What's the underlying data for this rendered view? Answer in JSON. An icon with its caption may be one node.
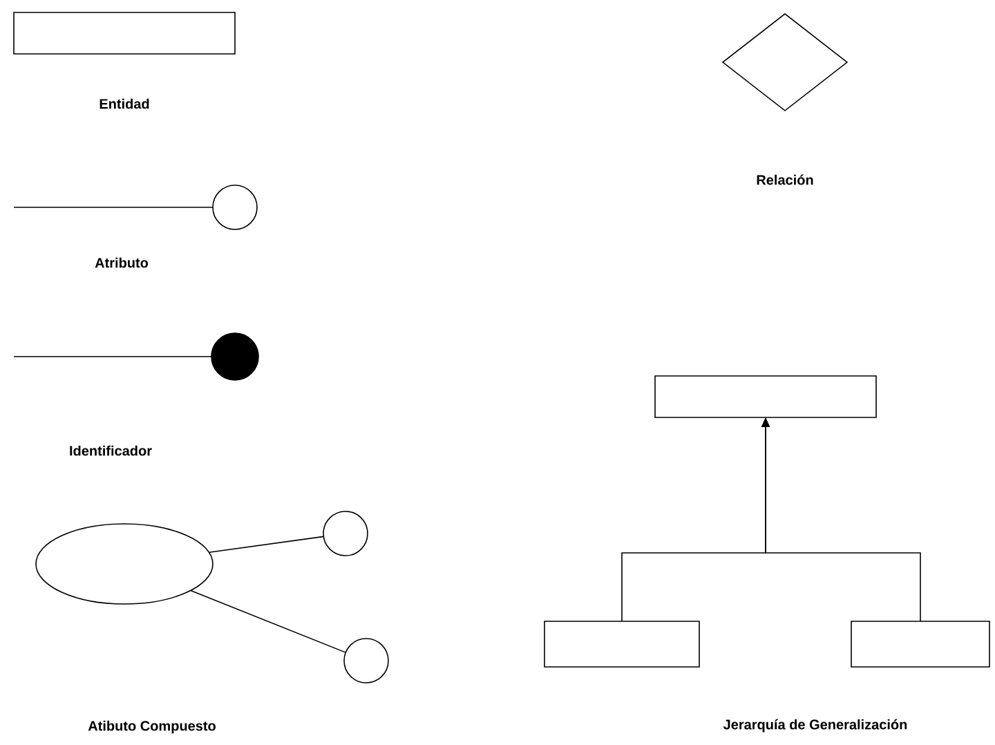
{
  "diagram": {
    "nodes": [
      {
        "text": [],
        "shape": "box"
      },
      {
        "text": [],
        "shape": "diamond"
      },
      {
        "text": [],
        "shape": "circle"
      },
      {
        "text": [],
        "shape": "circle"
      },
      {
        "text": [],
        "shape": "ellipse"
      },
      {
        "text": [],
        "shape": "circle"
      },
      {
        "text": [],
        "shape": "circle"
      },
      {
        "text": [],
        "shape": "box"
      },
      {
        "text": [],
        "shape": "box"
      },
      {
        "text": [],
        "shape": "box"
      }
    ],
    "edges": [
      {
        "from": null,
        "to": 2,
        "arrow": "none"
      },
      {
        "from": null,
        "to": 3,
        "arrow": "none"
      },
      {
        "from": 4,
        "to": 5,
        "arrow": "none"
      },
      {
        "from": 4,
        "to": 6,
        "arrow": "none"
      },
      {
        "from": 8,
        "to": 7,
        "arrow": "to"
      },
      {
        "from": 9,
        "to": 7,
        "arrow": "to"
      }
    ],
    "labels": [
      "Entidad",
      "Relación",
      "Atributo",
      "Identificador",
      "Atibuto Compuesto",
      "Jerarquía de Generalización"
    ]
  }
}
